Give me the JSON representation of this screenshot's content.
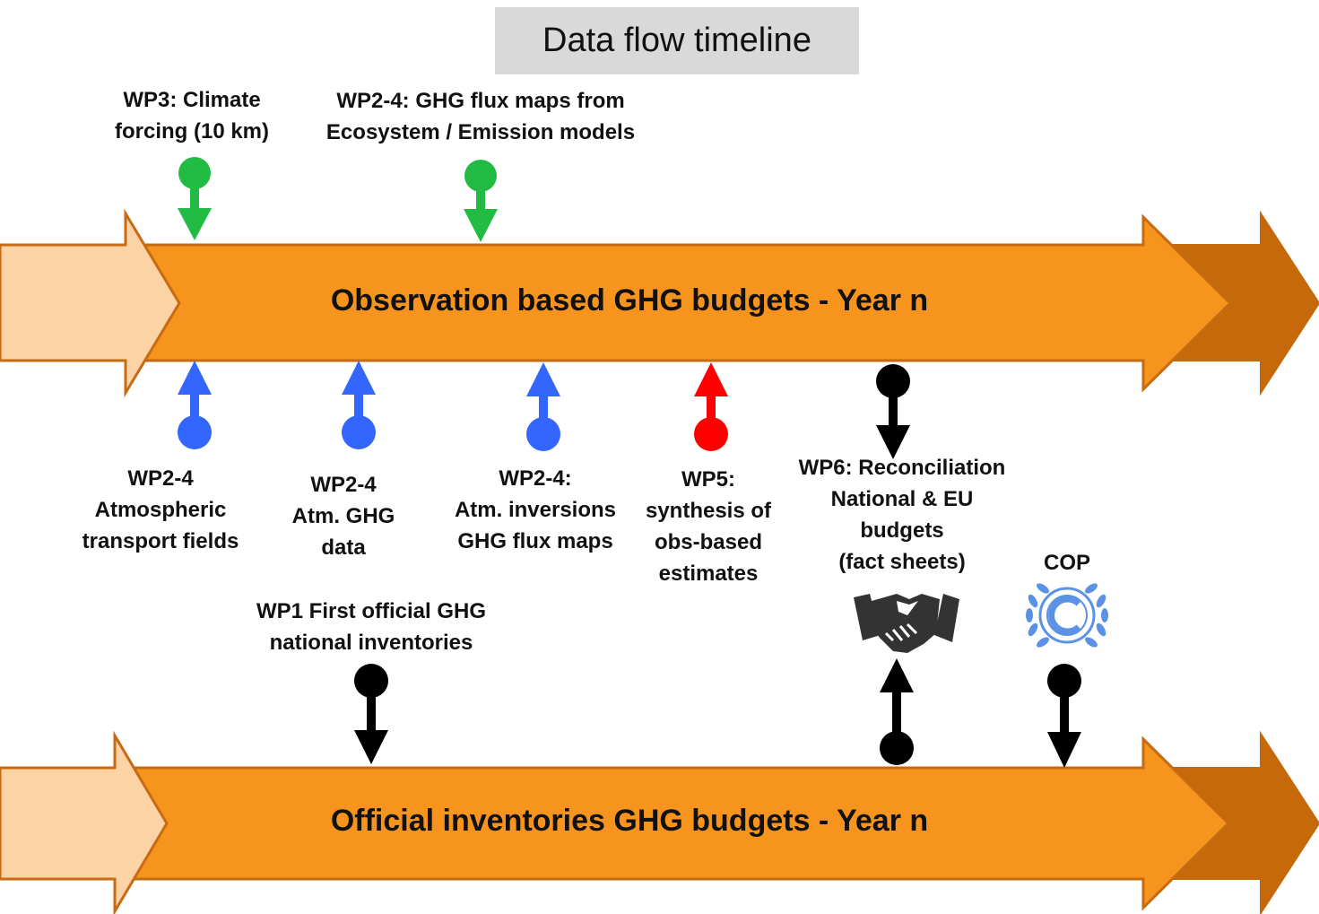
{
  "title": "Data flow timeline",
  "bands": {
    "observation": "Observation based GHG budgets - Year n",
    "official": "Official inventories GHG budgets - Year n"
  },
  "top_labels": {
    "wp3": [
      "WP3: Climate",
      "forcing (10 km)"
    ],
    "wp2_flux": [
      "WP2-4: GHG flux maps from",
      "Ecosystem / Emission models"
    ]
  },
  "bottom_labels": {
    "transport": [
      "WP2-4",
      "Atmospheric",
      "transport fields"
    ],
    "atm_data": [
      "WP2-4",
      "Atm. GHG",
      "data"
    ],
    "inversions": [
      "WP2-4:",
      "Atm. inversions",
      "GHG flux maps"
    ],
    "wp5": [
      "WP5:",
      "synthesis of",
      "obs-based",
      "estimates"
    ],
    "wp6": [
      "WP6: Reconciliation",
      "National & EU",
      "budgets",
      "(fact sheets)"
    ],
    "wp1": [
      "WP1 First official GHG",
      "national inventories"
    ],
    "cop": [
      "COP"
    ]
  },
  "colors": {
    "band_fill": "#f7941d",
    "band_dark": "#c5690a",
    "band_tail": "#fbd3a5",
    "band_stroke": "#c66b12",
    "green": "#22bb44",
    "blue": "#3366ff",
    "red": "#ff0000",
    "black": "#000000",
    "un_blue": "#5b92e5"
  },
  "icons": {
    "handshake": "handshake-icon",
    "cop": "un-emblem-icon"
  }
}
